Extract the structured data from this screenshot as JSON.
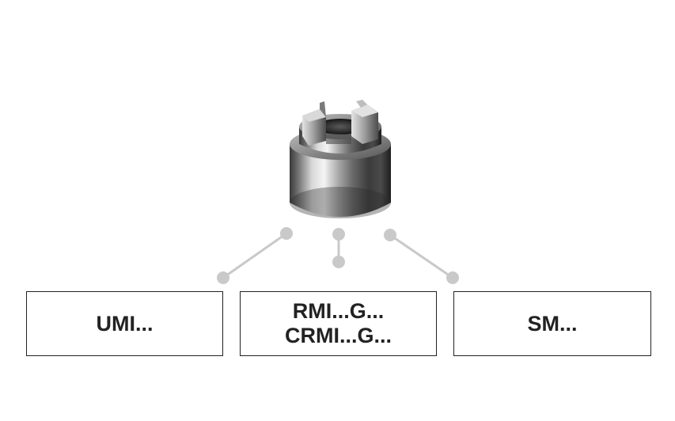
{
  "product": {
    "icon": "slotted-round-nut-image"
  },
  "colors": {
    "connector": "#c9c9c9",
    "box_border": "#222222",
    "text": "#222222",
    "background": "#ffffff"
  },
  "boxes": [
    {
      "lines": [
        "UMI..."
      ]
    },
    {
      "lines": [
        "RMI...G...",
        "CRMI...G..."
      ]
    },
    {
      "lines": [
        "SM..."
      ]
    }
  ]
}
